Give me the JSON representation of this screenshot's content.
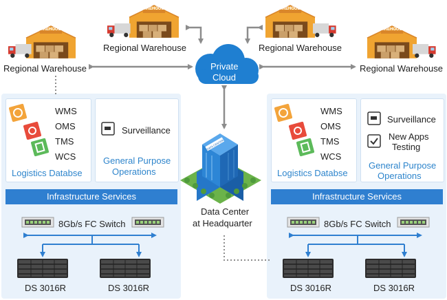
{
  "cloud_label": [
    "Private",
    "Cloud"
  ],
  "warehouses": {
    "top_left": "Regional Warehouse",
    "top_right": "Regional Warehouse",
    "mid_left": "Regional Warehouse",
    "mid_right": "Regional Warehouse",
    "sign_text": "WAREHOUSE"
  },
  "left_site": {
    "systems": [
      "WMS",
      "OMS",
      "TMS",
      "WCS"
    ],
    "logistics_label": "Logistics Databse",
    "general_items": [
      "Surveillance"
    ],
    "general_label": [
      "General Purpose",
      "Operations"
    ],
    "infra_label": "Infrastructure Services",
    "switch_label": "8Gb/s FC Switch",
    "storage": [
      "DS 3016R",
      "DS 3016R"
    ]
  },
  "right_site": {
    "systems": [
      "WMS",
      "OMS",
      "TMS",
      "WCS"
    ],
    "logistics_label": "Logistics Databse",
    "general_items": [
      "Surveillance",
      "New Apps",
      "Testing"
    ],
    "general_label": [
      "General Purpose",
      "Operations"
    ],
    "infra_label": "Infrastructure Services",
    "switch_label": "8Gb/s FC Switch",
    "storage": [
      "DS 3016R",
      "DS 3016R"
    ]
  },
  "data_center": {
    "label": [
      "Data Center",
      "at Headquarter"
    ],
    "sign_text": "DATA CENTER"
  },
  "colors": {
    "cloud": "#1f7fd1",
    "panel": "#e9f2fb",
    "infra_bar": "#2f7fd0",
    "blue_text": "#2e85cc",
    "warehouse": "#f0a431",
    "building": "#2577c8",
    "icon_orange": "#f3a43b",
    "icon_red": "#e84b3b",
    "icon_green": "#5cba5a"
  }
}
